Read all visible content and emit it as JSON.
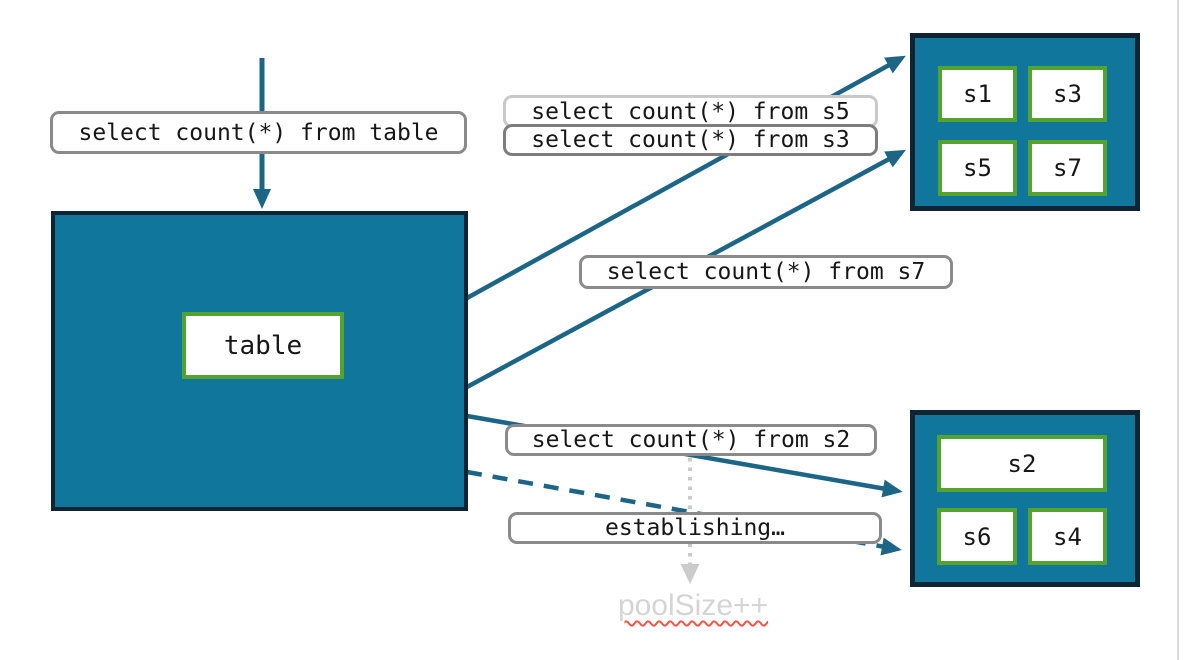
{
  "labels": {
    "query_table": "select count(*) from table",
    "query_s5": "select count(*) from s5",
    "query_s3": "select count(*) from s3",
    "query_s7": "select count(*) from s7",
    "query_s2": "select count(*) from s2",
    "establishing": "establishing…",
    "pool_size": "poolSize++"
  },
  "table": {
    "label": "table"
  },
  "shard_groups": {
    "top": {
      "shards": [
        "s1",
        "s3",
        "s5",
        "s7"
      ]
    },
    "bottom": {
      "shards": [
        "s2",
        "s6",
        "s4"
      ]
    }
  },
  "colors": {
    "teal_fill": "#11769c",
    "dark_border": "#0e2433",
    "arrow_teal": "#1d6585",
    "green_border": "#55a32f",
    "label_border_gray": "#8a8a8a",
    "label_border_light": "#c9c9c9",
    "muted_gray_arrow": "#cbcbcb",
    "pool_size_text": "#d5d5d5",
    "squiggle_red": "#e95849"
  }
}
